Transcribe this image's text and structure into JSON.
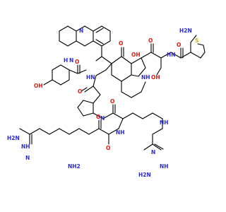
{
  "colors": {
    "background": "#ffffff",
    "bond": "#000000",
    "nitrogen": "#2a2ad8",
    "oxygen": "#e8150e",
    "sulfur": "#c8b400"
  },
  "labels": {
    "nh2_top": "H2N",
    "n_isoquinoline": "N",
    "oh_acid": "OH",
    "o_keto1": "O",
    "o_keto2": "O",
    "nh_amide1": "HN",
    "o_amide1": "O",
    "nh_ring": "NH",
    "oh_serine": "OH",
    "s_thiophene": "S",
    "nh_pyrrolidine": "N",
    "h_pyrrolidine": "H",
    "oh_hydroxy": "OH",
    "o_amide2": "O",
    "nh_amide2": "HN",
    "o_amide3": "O",
    "n_proline": "N",
    "o_amide4": "O",
    "nh_amide3": "NH",
    "nh_amide4": "NH",
    "o_amide5": "O",
    "nh2_mid": "NH2",
    "h2n_guan1": "H2N",
    "nh_guan1": "NH",
    "n_guan1": "N",
    "h2n_guan2": "H2N",
    "nh_guan2": "NH",
    "n_guan2": "N",
    "o_keto3": "O"
  }
}
